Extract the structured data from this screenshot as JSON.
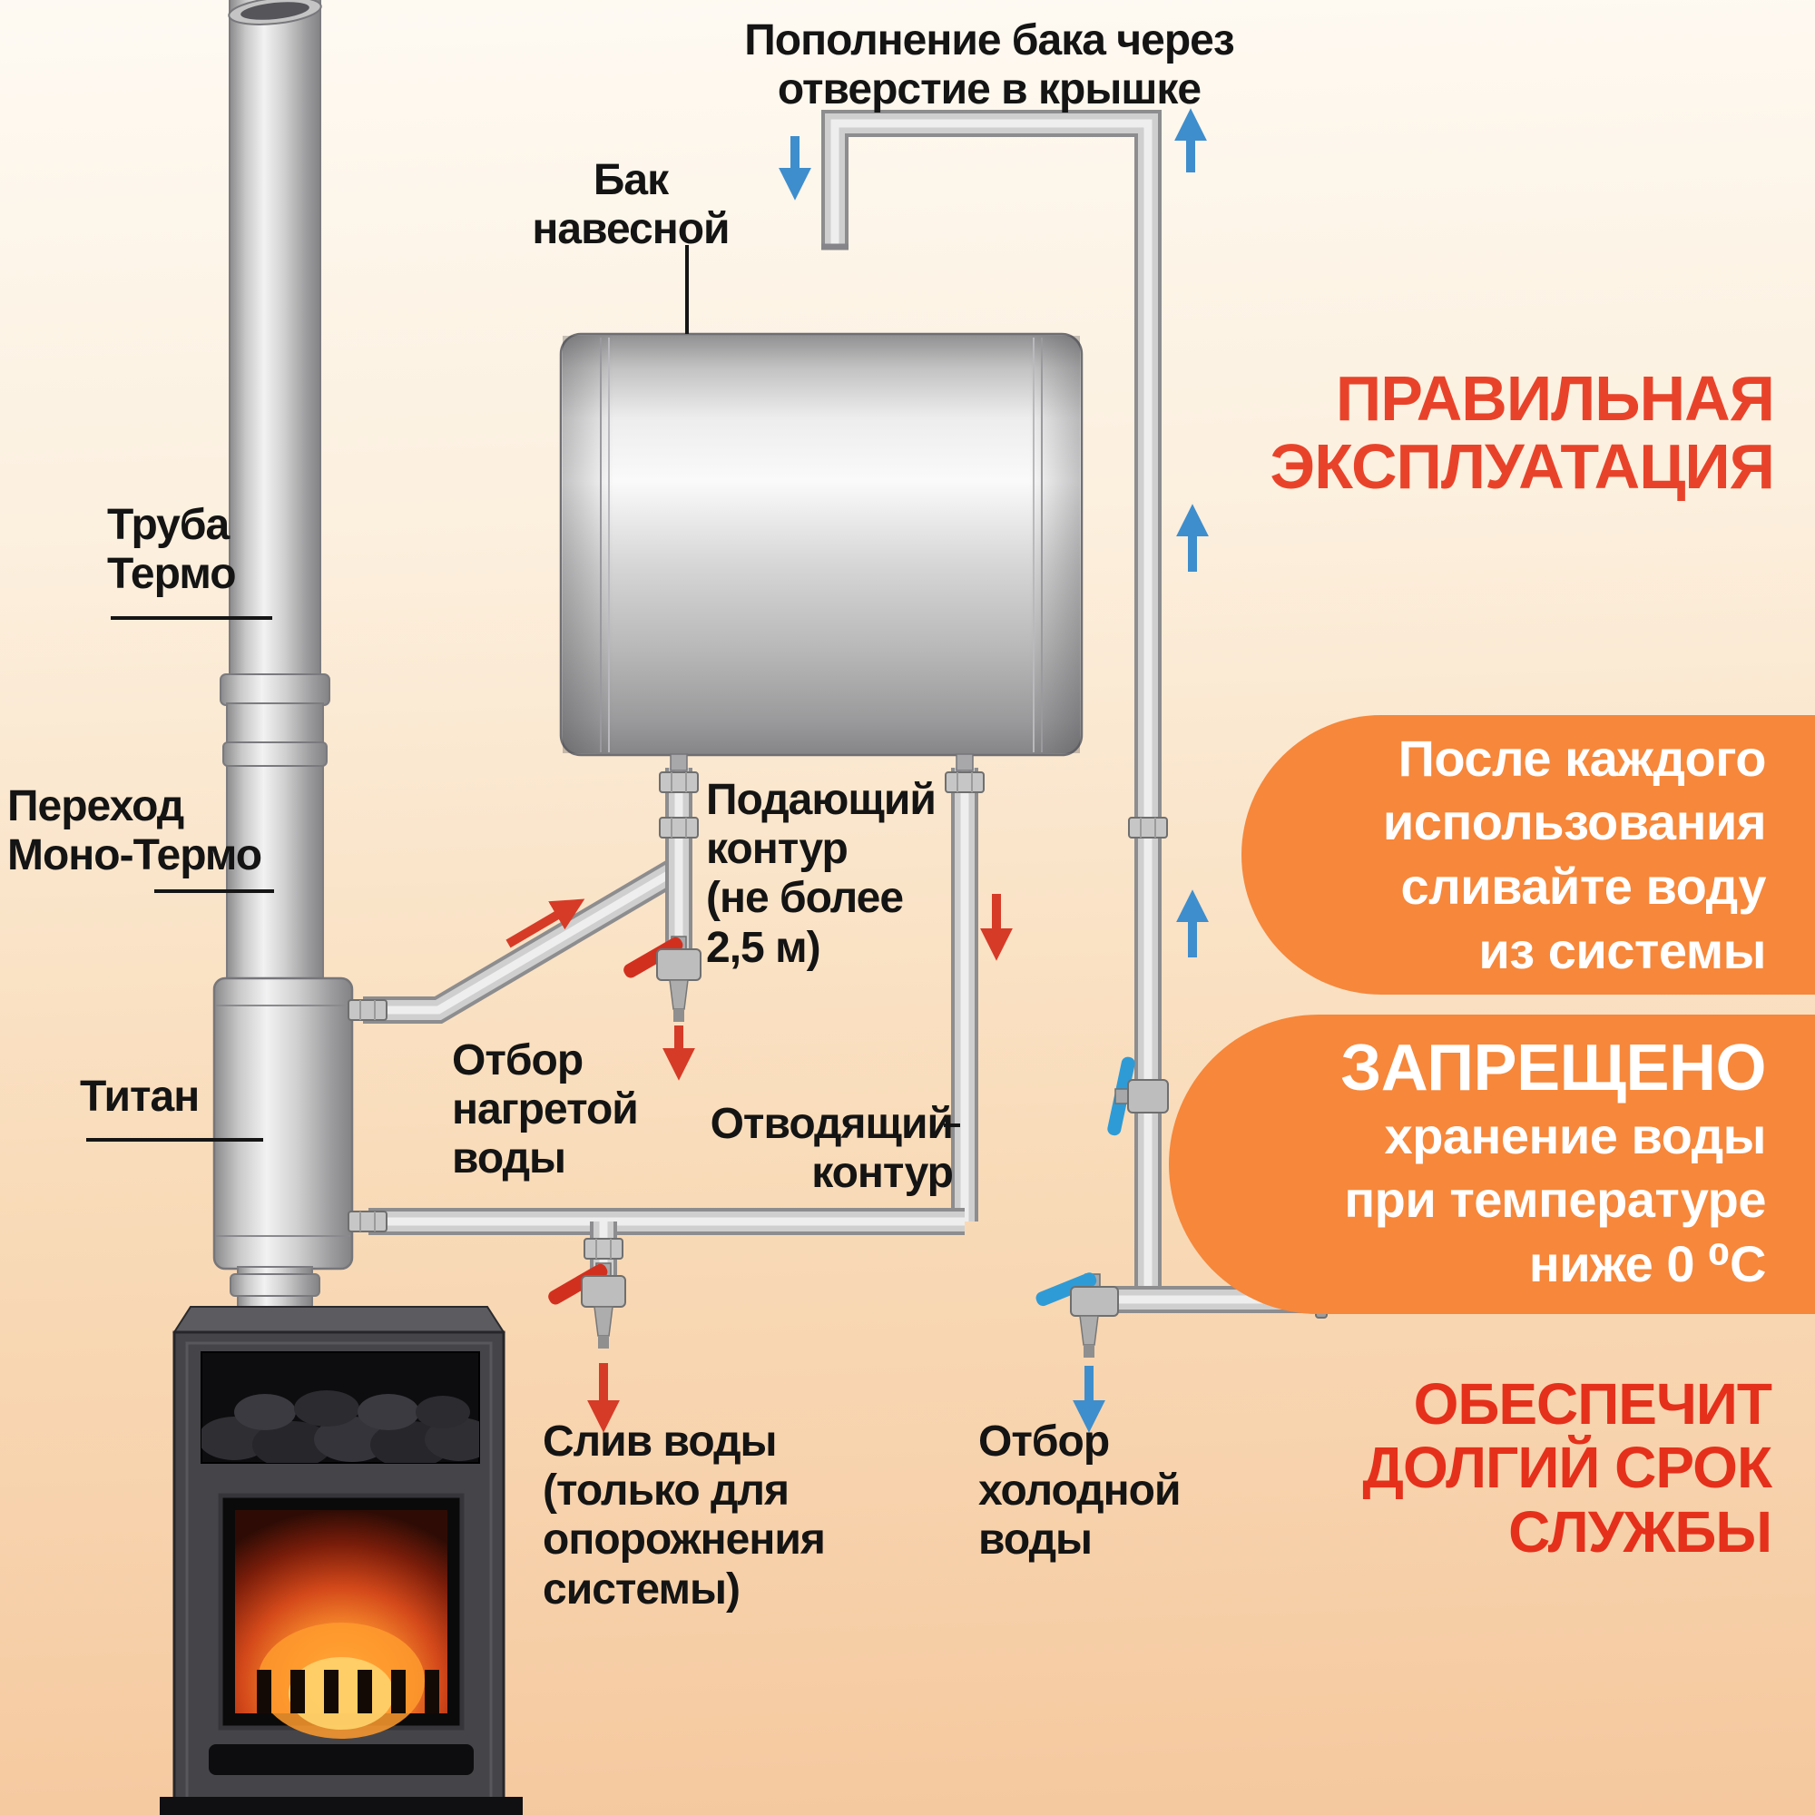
{
  "diagram_labels": {
    "fill_tank": "Пополнение бака через\nотверстие в крышке",
    "tank": "Бак\nнавесной",
    "chimney": "Труба\nТермо",
    "adapter": "Переход\nМоно-Термо",
    "titan": "Титан",
    "supply_circuit": "Подающий\nконтур\n(не более\n2,5 м)",
    "hot_water": "Отбор\nнагретой\nводы",
    "return_circuit": "Отводящий\nконтур",
    "drain": "Слив воды\n(только для\nопорожнения\nсистемы)",
    "cold_water": "Отбор\nхолодной\nводы"
  },
  "right_panel": {
    "heading": "ПРАВИЛЬНАЯ\nЭКСПЛУАТАЦИЯ",
    "tip_drain": "После каждого\nиспользования\nсливайте воду\nиз системы",
    "ban_title": "ЗАПРЕЩЕНО",
    "ban_text": "хранение воды\nпри температуре\nниже 0 ⁰С",
    "benefit": "ОБЕСПЕЧИТ\nДОЛГИЙ СРОК\nСЛУЖБЫ"
  },
  "colors": {
    "accent_red": "#e8432a",
    "benefit_red": "#e5301b",
    "bubble_orange": "#f6873b",
    "arrow_hot": "#d63b27",
    "arrow_cold": "#3e8ecd"
  }
}
